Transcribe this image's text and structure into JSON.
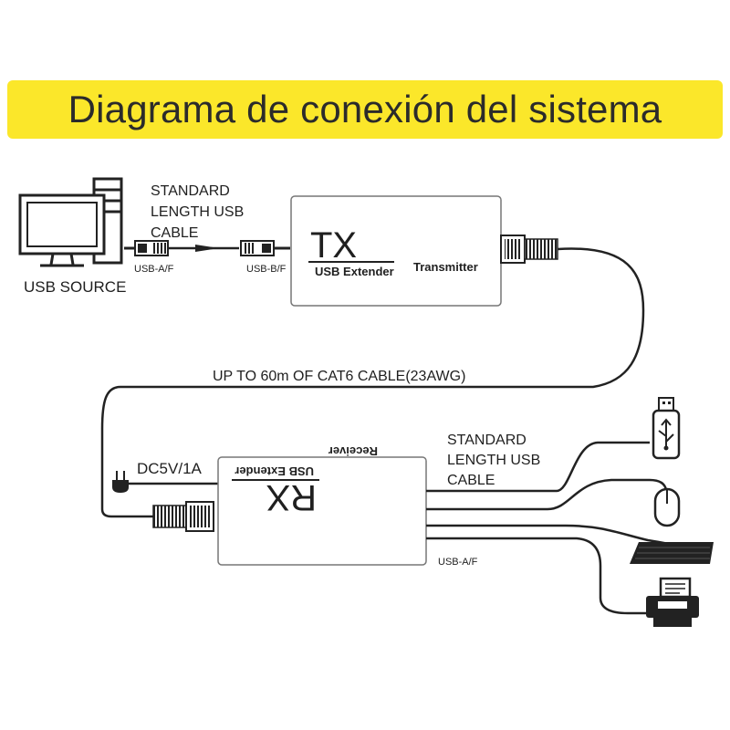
{
  "title": "Diagrama de conexión del sistema",
  "source": {
    "label": "USB SOURCE",
    "cable_lines": [
      "STANDARD",
      "LENGTH USB",
      "CABLE"
    ],
    "connector_a": "USB-A/F",
    "connector_b": "USB-B/F"
  },
  "transmitter": {
    "logo": "TX",
    "subtitle": "USB Extender",
    "label": "Transmitter"
  },
  "link_cable": "UP TO 60m OF CAT6 CABLE(23AWG)",
  "receiver": {
    "logo": "RX",
    "subtitle": "USB Extender",
    "label": "Receiver",
    "power": "DC5V/1A",
    "cable_lines": [
      "STANDARD",
      "LENGTH USB",
      "CABLE"
    ],
    "connector": "USB-A/F"
  },
  "devices": [
    "usb-flash-drive-icon",
    "mouse-icon",
    "keyboard-icon",
    "printer-icon"
  ]
}
